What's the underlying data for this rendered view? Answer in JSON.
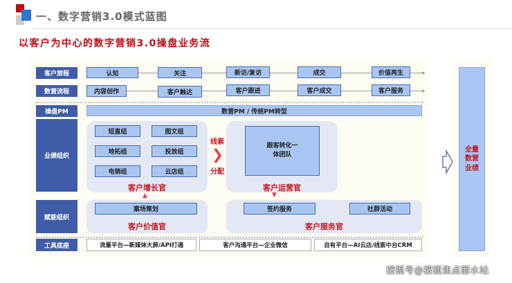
{
  "header": {
    "title": "一、数字营销3.0模式蓝图",
    "subtitle": "以客户为中心的数字营销3.0操盘业务流"
  },
  "rows": {
    "journey": {
      "label": "客户旅程",
      "steps": [
        "认知",
        "关注",
        "新访/复访",
        "成交",
        "价值再生"
      ]
    },
    "process": {
      "label": "数营流程",
      "steps": [
        "内容创作",
        "客户触达",
        "客户跟进",
        "客户成交",
        "客户服务"
      ]
    },
    "pm": {
      "label": "操盘PM",
      "bar": "数营PM / 传统PM转型"
    },
    "perf": {
      "label": "业绩组织",
      "groups": [
        "短直组",
        "图文组",
        "地拓组",
        "投放组",
        "电销组",
        "云店组"
      ],
      "growth": "客户增长官",
      "team": "跟客转化一体团队",
      "ops": "客户运营官",
      "arrow_top": "线索",
      "arrow_bottom": "分配"
    },
    "enable": {
      "label": "赋能组织",
      "plan": "案场策划",
      "value": "客户价值官",
      "sign": "签约服务",
      "community": "社群活动",
      "service": "客户服务官"
    },
    "tools": {
      "label": "工具底座",
      "items": [
        "流量平台—新媒体大屏/API打通",
        "客户沟通平台—企业微信",
        "自有平台—AI云店/线索中台CRM"
      ]
    }
  },
  "result": [
    "全量",
    "数营",
    "业绩"
  ],
  "watermark": "搜狐号@搜狐焦点丽水站"
}
